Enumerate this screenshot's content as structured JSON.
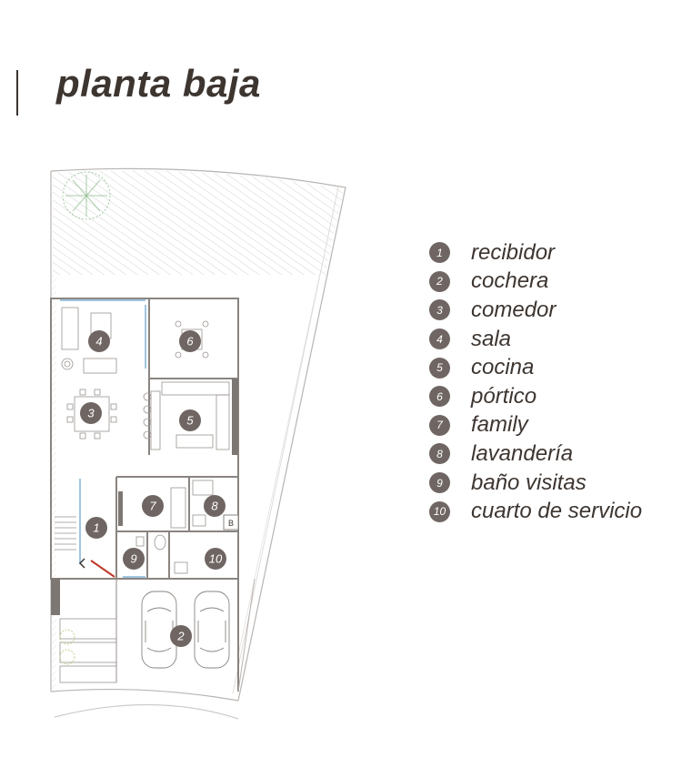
{
  "title": "planta baja",
  "colors": {
    "text": "#3d3530",
    "badge": "#6f6663",
    "wall": "#8a8480",
    "hatch": "#d6d6d6",
    "door": "#c0392b",
    "glass": "#7fb3d5"
  },
  "plan_badges": [
    "1",
    "2",
    "3",
    "4",
    "5",
    "6",
    "7",
    "8",
    "9",
    "10"
  ],
  "legend": [
    {
      "num": "1",
      "label": "recibidor"
    },
    {
      "num": "2",
      "label": "cochera"
    },
    {
      "num": "3",
      "label": "comedor"
    },
    {
      "num": "4",
      "label": "sala"
    },
    {
      "num": "5",
      "label": "cocina"
    },
    {
      "num": "6",
      "label": "pórtico"
    },
    {
      "num": "7",
      "label": "family"
    },
    {
      "num": "8",
      "label": "lavandería"
    },
    {
      "num": "9",
      "label": "baño visitas"
    },
    {
      "num": "10",
      "label": "cuarto de servicio"
    }
  ],
  "laundry_mark": "B"
}
